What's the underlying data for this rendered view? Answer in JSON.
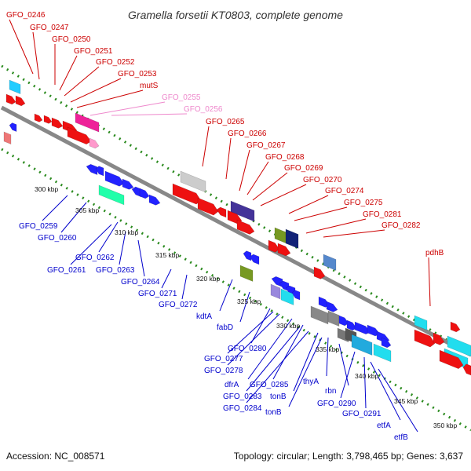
{
  "title": "Gramella forsetii KT0803, complete genome",
  "footer": {
    "accession": "Accession: NC_008571",
    "topology": "Topology: circular; Length: 3,798,465 bp; Genes: 3,637"
  },
  "colors": {
    "backbone": "#888888",
    "dots": "#2a8a1e",
    "top_label": "#cc0000",
    "bottom_label": "#0000cc",
    "faded_label": "#ee88cc"
  },
  "top_labels": [
    "GFO_0246",
    "GFO_0247",
    "GFO_0250",
    "GFO_0251",
    "GFO_0252",
    "GFO_0253",
    "mutS",
    "GFO_0255",
    "GFO_0256",
    "GFO_0265",
    "GFO_0266",
    "GFO_0267",
    "GFO_0268",
    "GFO_0269",
    "GFO_0270",
    "GFO_0274",
    "GFO_0275",
    "GFO_0281",
    "GFO_0282",
    "pdhB"
  ],
  "bottom_labels": [
    "GFO_0259",
    "GFO_0260",
    "GFO_0262",
    "GFO_0261",
    "GFO_0263",
    "GFO_0264",
    "GFO_0271",
    "GFO_0272",
    "kdtA",
    "fabD",
    "GFO_0280",
    "GFO_0277",
    "GFO_0278",
    "dfrA",
    "GFO_0285",
    "GFO_0283",
    "tonB",
    "GFO_0284",
    "tonB",
    "thyA",
    "rbn",
    "GFO_0290",
    "GFO_0291",
    "etfA",
    "etfB"
  ],
  "scale_labels": [
    "300 kbp",
    "305 kbp",
    "310 kbp",
    "315 kbp",
    "320 kbp",
    "325 kbp",
    "330 kbp",
    "335 kbp",
    "340 kbp",
    "345 kbp",
    "350 kbp"
  ]
}
